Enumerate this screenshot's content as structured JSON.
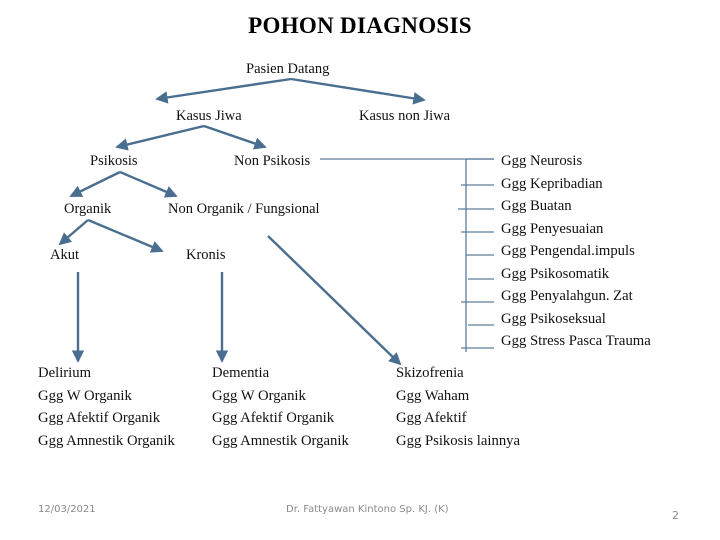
{
  "slide": {
    "title": "POHON DIAGNOSIS",
    "accent_color": "#4A6E8F",
    "line_color": "#5B7E9C",
    "background": "#FFFFFF",
    "text_color": "#111111"
  },
  "tree": {
    "root": {
      "label": "Pasien Datang"
    },
    "level2": [
      {
        "label": "Kasus Jiwa"
      },
      {
        "label": "Kasus non Jiwa"
      }
    ],
    "level3": [
      {
        "label": "Psikosis"
      },
      {
        "label": "Non Psikosis"
      }
    ],
    "level4": [
      {
        "label": "Organik"
      },
      {
        "label": "Non Organik / Fungsional"
      }
    ],
    "level5": [
      {
        "label": "Akut"
      },
      {
        "label": "Kronis"
      }
    ]
  },
  "neurosis_list": {
    "items": [
      "Ggg Neurosis",
      "Ggg Kepribadian",
      "Ggg Buatan",
      "Ggg Penyesuaian",
      "Ggg Pengendal.impuls",
      "Ggg Psikosomatik",
      "Ggg Penyalahgun. Zat",
      "Ggg Psikoseksual",
      "Ggg Stress Pasca Trauma"
    ]
  },
  "bottom_columns": [
    {
      "heading": "Delirium",
      "items": [
        "Ggg W Organik",
        "Ggg Afektif Organik",
        "Ggg Amnestik Organik"
      ]
    },
    {
      "heading": "Dementia",
      "items": [
        "Ggg W Organik",
        "Ggg Afektif Organik",
        "Ggg Amnestik Organik"
      ]
    },
    {
      "heading": "Skizofrenia",
      "items": [
        "Ggg Waham",
        "Ggg Afektif",
        "Ggg  Psikosis lainnya"
      ]
    }
  ],
  "footer": {
    "date": "12/03/2021",
    "author": "Dr. Fattyawan Kintono Sp. KJ. (K)",
    "page_number": "2"
  }
}
